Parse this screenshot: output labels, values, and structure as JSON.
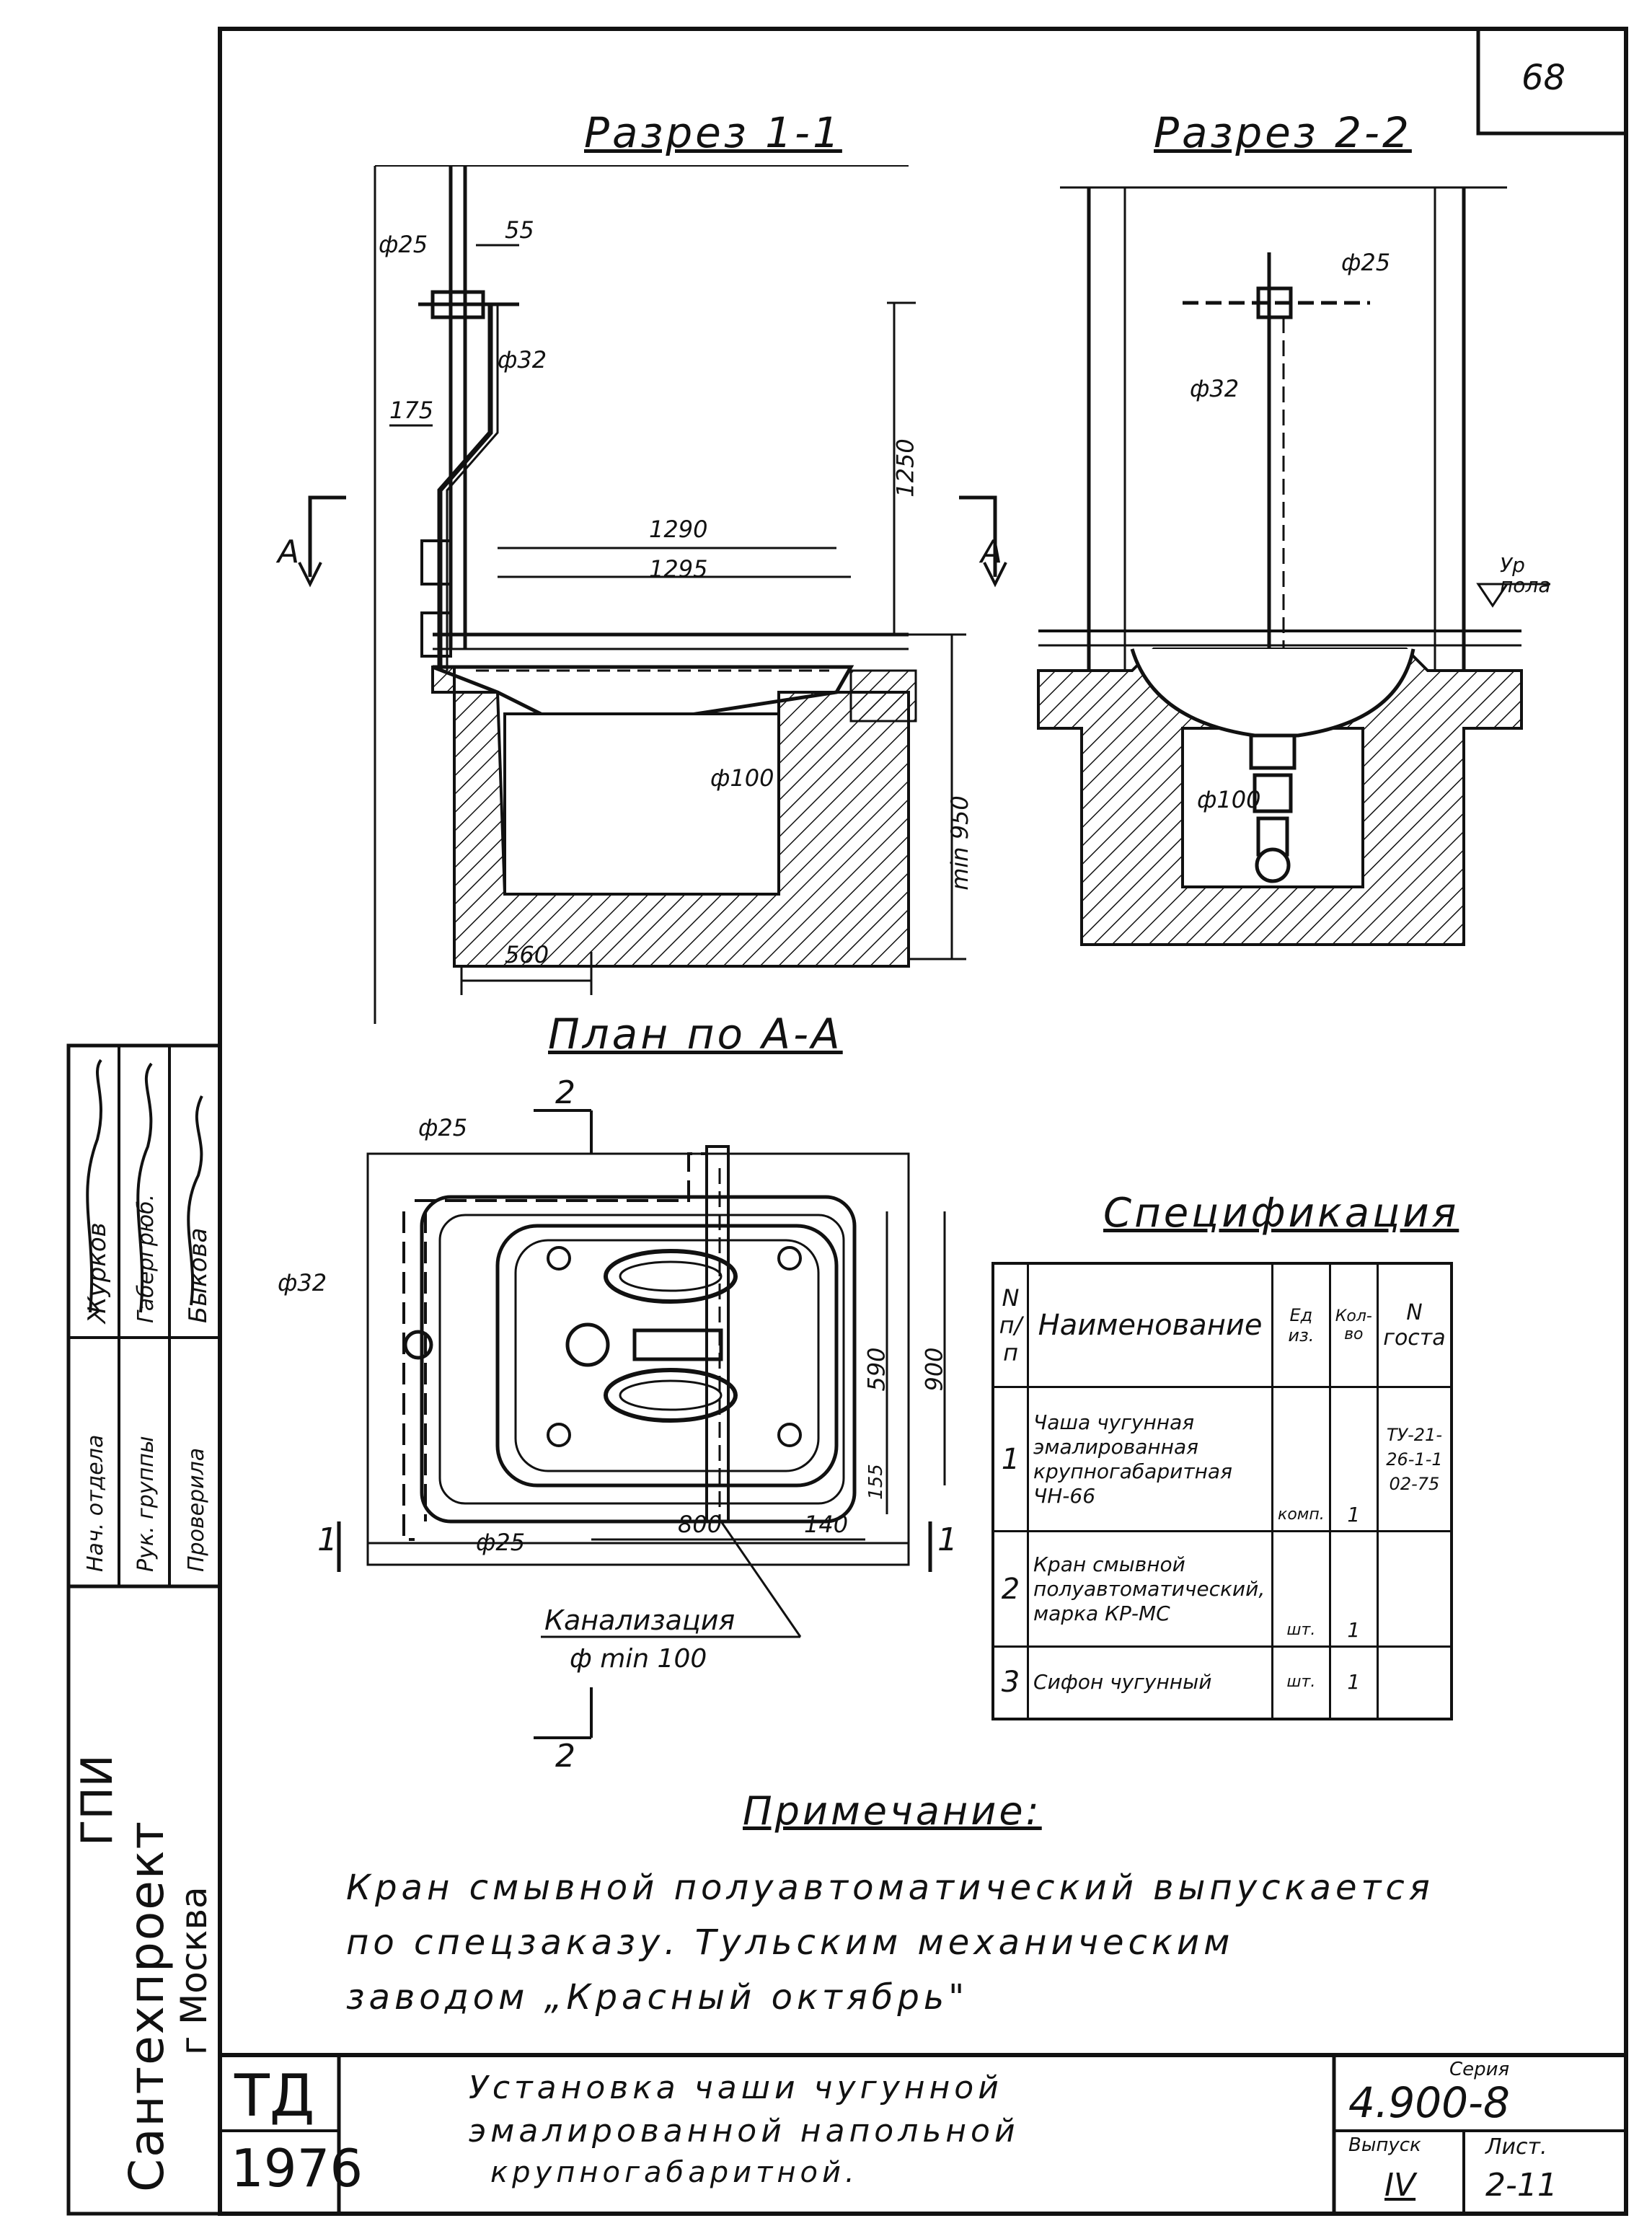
{
  "sheet_no": "68",
  "sections": {
    "section11": "Разрез 1-1",
    "section22": "Разрез 2-2",
    "plan": "План по А-А"
  },
  "dims": {
    "d25": "ф25",
    "d32": "ф32",
    "d100": "ф100",
    "d55": "55",
    "d175": "175",
    "d1290": "1290",
    "d1295": "1295",
    "d1250": "1250",
    "d560": "560",
    "min950": "min 950",
    "d800": "800",
    "d140": "140",
    "d590": "590",
    "d900": "900",
    "d155": "155",
    "markA": "А",
    "mark1": "1",
    "mark2": "2",
    "floor_level": "Ур пола",
    "sewer": "Канализация",
    "sewer_d": "ф min 100"
  },
  "spec": {
    "title": "Спецификация",
    "headers": {
      "n": "N п/п",
      "name": "Наименование",
      "unit": "Ед из.",
      "qty": "Кол-во",
      "gost": "N госта"
    },
    "rows": [
      {
        "n": "1",
        "name": "Чаша чугунная эмалированная крупногабаритная ЧН-66",
        "unit": "комп.",
        "qty": "1",
        "gost": "ТУ-21-26-1-102-75"
      },
      {
        "n": "2",
        "name": "Кран смывной полуавтоматический, марка КР-МС",
        "unit": "шт.",
        "qty": "1",
        "gost": ""
      },
      {
        "n": "3",
        "name": "Сифон чугунный",
        "unit": "шт.",
        "qty": "1",
        "gost": ""
      }
    ]
  },
  "note": {
    "title": "Примечание:",
    "line1": "Кран смывной полуавтоматический выпускается",
    "line2": "по спецзаказу. Тульским механическим",
    "line3": "заводом „Красный октябрь\""
  },
  "stamp": {
    "td": "ТД",
    "year": "1976",
    "caption1": "Установка чаши чугунной",
    "caption2": "эмалированной напольной",
    "caption3": "крупногабаритной.",
    "series_label": "Серия",
    "series": "4.900-8",
    "issue_label": "Выпуск",
    "issue": "IV",
    "sheet_label": "Лист.",
    "sheet": "2-11"
  },
  "side": {
    "org1": "ГПИ",
    "org2": "Сантехпроект",
    "org3": "г Москва",
    "role1": "Нач. отдела",
    "role2": "Рук. группы",
    "role3": "Проверила",
    "name1": "Журков",
    "name2": "Габергрюб.",
    "name3": "Быкова"
  }
}
